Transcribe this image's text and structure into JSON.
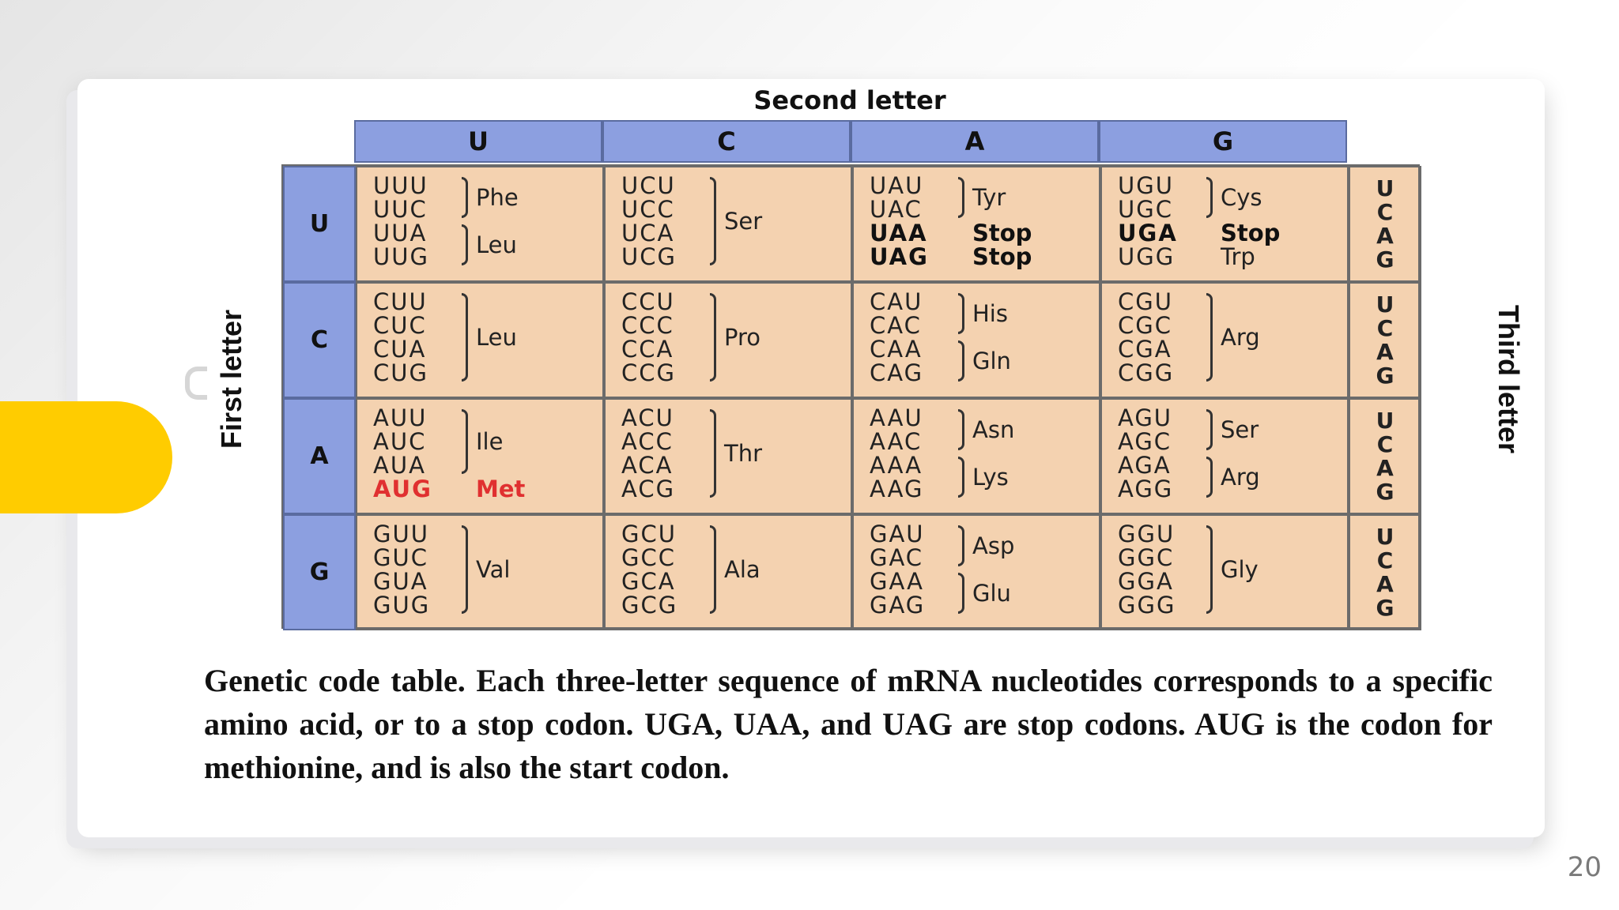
{
  "table": {
    "second_letter_title": "Second letter",
    "first_letter_title": "First letter",
    "third_letter_title": "Third letter",
    "columns": [
      "U",
      "C",
      "A",
      "G"
    ],
    "rows": [
      {
        "first": "U",
        "cells": [
          {
            "codons": [
              {
                "c": "UUU"
              },
              {
                "c": "UUC"
              },
              {
                "c": "UUA"
              },
              {
                "c": "UUG"
              }
            ],
            "groups": [
              {
                "start": 0,
                "end": 1,
                "aa": "Phe"
              },
              {
                "start": 2,
                "end": 3,
                "aa": "Leu"
              }
            ]
          },
          {
            "codons": [
              {
                "c": "UCU"
              },
              {
                "c": "UCC"
              },
              {
                "c": "UCA"
              },
              {
                "c": "UCG"
              }
            ],
            "groups": [
              {
                "start": 0,
                "end": 3,
                "aa": "Ser"
              }
            ]
          },
          {
            "codons": [
              {
                "c": "UAU"
              },
              {
                "c": "UAC"
              },
              {
                "c": "UAA",
                "aa": "Stop",
                "style": "bold"
              },
              {
                "c": "UAG",
                "aa": "Stop",
                "style": "bold"
              }
            ],
            "groups": [
              {
                "start": 0,
                "end": 1,
                "aa": "Tyr"
              }
            ]
          },
          {
            "codons": [
              {
                "c": "UGU"
              },
              {
                "c": "UGC"
              },
              {
                "c": "UGA",
                "aa": "Stop",
                "style": "bold"
              },
              {
                "c": "UGG",
                "aa": "Trp"
              }
            ],
            "groups": [
              {
                "start": 0,
                "end": 1,
                "aa": "Cys"
              }
            ]
          }
        ],
        "third": [
          "U",
          "C",
          "A",
          "G"
        ]
      },
      {
        "first": "C",
        "cells": [
          {
            "codons": [
              {
                "c": "CUU"
              },
              {
                "c": "CUC"
              },
              {
                "c": "CUA"
              },
              {
                "c": "CUG"
              }
            ],
            "groups": [
              {
                "start": 0,
                "end": 3,
                "aa": "Leu"
              }
            ]
          },
          {
            "codons": [
              {
                "c": "CCU"
              },
              {
                "c": "CCC"
              },
              {
                "c": "CCA"
              },
              {
                "c": "CCG"
              }
            ],
            "groups": [
              {
                "start": 0,
                "end": 3,
                "aa": "Pro"
              }
            ]
          },
          {
            "codons": [
              {
                "c": "CAU"
              },
              {
                "c": "CAC"
              },
              {
                "c": "CAA"
              },
              {
                "c": "CAG"
              }
            ],
            "groups": [
              {
                "start": 0,
                "end": 1,
                "aa": "His"
              },
              {
                "start": 2,
                "end": 3,
                "aa": "Gln"
              }
            ]
          },
          {
            "codons": [
              {
                "c": "CGU"
              },
              {
                "c": "CGC"
              },
              {
                "c": "CGA"
              },
              {
                "c": "CGG"
              }
            ],
            "groups": [
              {
                "start": 0,
                "end": 3,
                "aa": "Arg"
              }
            ]
          }
        ],
        "third": [
          "U",
          "C",
          "A",
          "G"
        ]
      },
      {
        "first": "A",
        "cells": [
          {
            "codons": [
              {
                "c": "AUU"
              },
              {
                "c": "AUC"
              },
              {
                "c": "AUA"
              },
              {
                "c": "AUG",
                "aa": "Met",
                "style": "red"
              }
            ],
            "groups": [
              {
                "start": 0,
                "end": 2,
                "aa": "Ile"
              }
            ]
          },
          {
            "codons": [
              {
                "c": "ACU"
              },
              {
                "c": "ACC"
              },
              {
                "c": "ACA"
              },
              {
                "c": "ACG"
              }
            ],
            "groups": [
              {
                "start": 0,
                "end": 3,
                "aa": "Thr"
              }
            ]
          },
          {
            "codons": [
              {
                "c": "AAU"
              },
              {
                "c": "AAC"
              },
              {
                "c": "AAA"
              },
              {
                "c": "AAG"
              }
            ],
            "groups": [
              {
                "start": 0,
                "end": 1,
                "aa": "Asn"
              },
              {
                "start": 2,
                "end": 3,
                "aa": "Lys"
              }
            ]
          },
          {
            "codons": [
              {
                "c": "AGU"
              },
              {
                "c": "AGC"
              },
              {
                "c": "AGA"
              },
              {
                "c": "AGG"
              }
            ],
            "groups": [
              {
                "start": 0,
                "end": 1,
                "aa": "Ser"
              },
              {
                "start": 2,
                "end": 3,
                "aa": "Arg"
              }
            ]
          }
        ],
        "third": [
          "U",
          "C",
          "A",
          "G"
        ]
      },
      {
        "first": "G",
        "cells": [
          {
            "codons": [
              {
                "c": "GUU"
              },
              {
                "c": "GUC"
              },
              {
                "c": "GUA"
              },
              {
                "c": "GUG"
              }
            ],
            "groups": [
              {
                "start": 0,
                "end": 3,
                "aa": "Val"
              }
            ]
          },
          {
            "codons": [
              {
                "c": "GCU"
              },
              {
                "c": "GCC"
              },
              {
                "c": "GCA"
              },
              {
                "c": "GCG"
              }
            ],
            "groups": [
              {
                "start": 0,
                "end": 3,
                "aa": "Ala"
              }
            ]
          },
          {
            "codons": [
              {
                "c": "GAU"
              },
              {
                "c": "GAC"
              },
              {
                "c": "GAA"
              },
              {
                "c": "GAG"
              }
            ],
            "groups": [
              {
                "start": 0,
                "end": 1,
                "aa": "Asp"
              },
              {
                "start": 2,
                "end": 3,
                "aa": "Glu"
              }
            ]
          },
          {
            "codons": [
              {
                "c": "GGU"
              },
              {
                "c": "GGC"
              },
              {
                "c": "GGA"
              },
              {
                "c": "GGG"
              }
            ],
            "groups": [
              {
                "start": 0,
                "end": 3,
                "aa": "Gly"
              }
            ]
          }
        ],
        "third": [
          "U",
          "C",
          "A",
          "G"
        ]
      }
    ]
  },
  "caption": "Genetic code table. Each three-letter sequence of mRNA nucleotides corresponds to a specific amino acid, or to a stop codon. UGA, UAA, and UAG are stop codons. AUG is the codon for methionine, and is also the start codon.",
  "page_number": "20",
  "colors": {
    "header_blue": "#8c9fe0",
    "cell_peach": "#f4d2b0",
    "accent_yellow": "#ffcc00",
    "start_red": "#e03030"
  }
}
